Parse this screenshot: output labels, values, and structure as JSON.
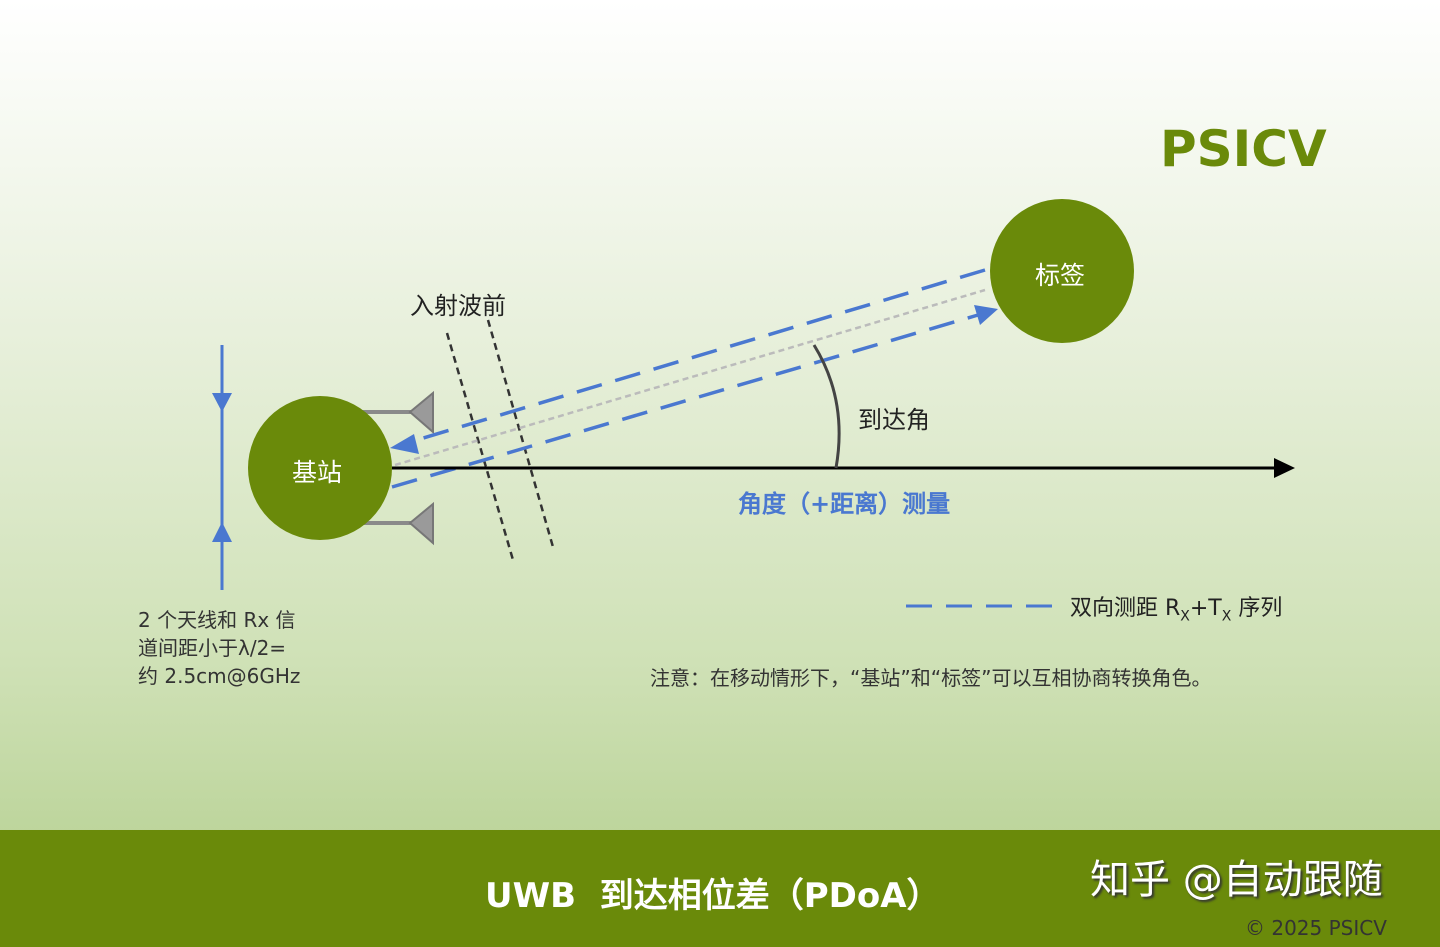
{
  "brand": "PSICV",
  "nodes": {
    "base": "基站",
    "tag": "标签"
  },
  "labels": {
    "wavefront": "入射波前",
    "angle": "到达角",
    "measure": "角度（+距离）测量",
    "antenna_note": [
      "2 个天线和 Rx 信",
      "道间距小于λ/2=",
      "约 2.5cm@6GHz"
    ],
    "legend_prefix": "双向测距 R",
    "legend_sub1": "X",
    "legend_mid": "+T",
    "legend_sub2": "X",
    "legend_suffix": " 序列",
    "note": "注意：在移动情形下，“基站”和“标签”可以互相协商转换角色。"
  },
  "footer": {
    "title": "UWB  到达相位差（PDoA）",
    "watermark": "知乎 @自动跟随",
    "copyright": "© 2025 PSICV"
  },
  "colors": {
    "green": "#6a8a0a",
    "blue": "#4a78d0",
    "footer": "#6a8a0a"
  }
}
